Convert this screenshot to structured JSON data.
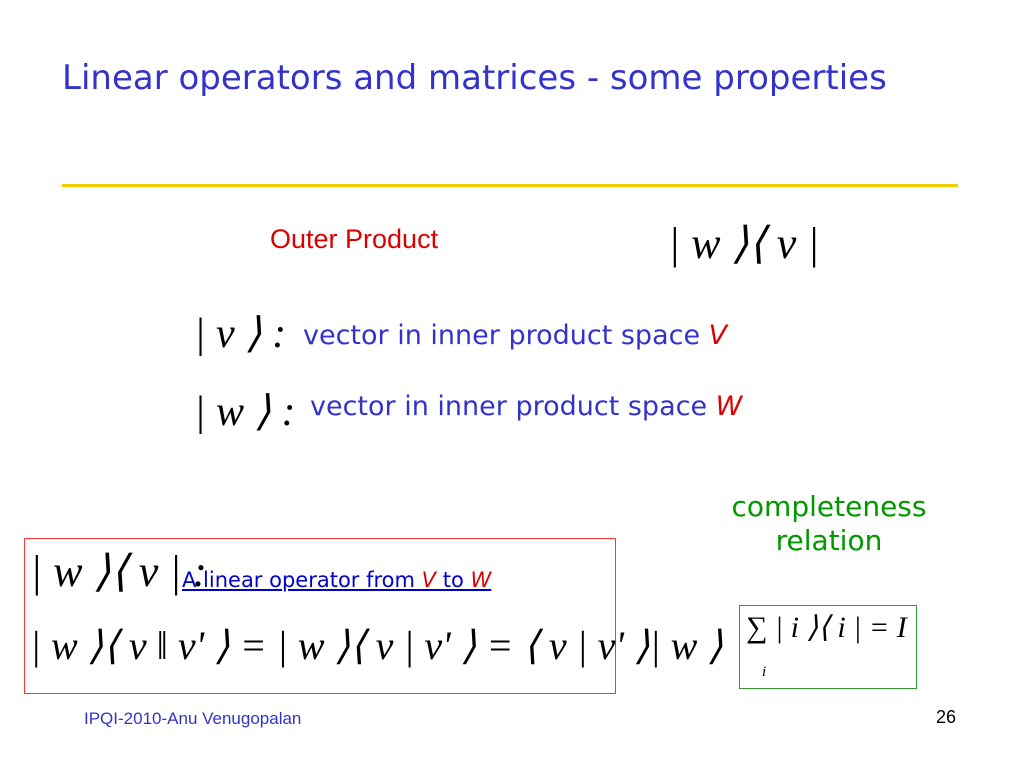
{
  "slide": {
    "title": "Linear operators and matrices - some properties",
    "outer_product_label": "Outer Product",
    "outer_product_math": "| w ⟩⟨ v |",
    "v_math": "| v ⟩ :",
    "v_description": "vector in inner product space ",
    "v_space": "V",
    "w_math": "| w ⟩ :",
    "w_description": "vector in inner product space ",
    "w_space": "W",
    "completeness_label": "completeness relation",
    "operator_math": "| w ⟩⟨ v | :",
    "operator_text_pre": "A linear operator from ",
    "operator_text_from": "V",
    "operator_text_mid": " to ",
    "operator_text_to": "W",
    "operator_equation": "| w ⟩⟨ v ‖ v' ⟩ = | w ⟩⟨ v | v' ⟩ = ⟨ v | v' ⟩| w ⟩",
    "completeness_math": "∑ | i ⟩⟨ i | = I",
    "completeness_index": "i",
    "footer": "IPQI-2010-Anu Venugopalan",
    "page_number": "26"
  },
  "colors": {
    "title": "#3333cc",
    "rule": "#f0cc00",
    "outer_label": "#dd0000",
    "body_text": "#3333cc",
    "completeness_text": "#009900",
    "operator_box": "#ff3333",
    "completeness_box": "#339933",
    "link": "#0000cc"
  }
}
